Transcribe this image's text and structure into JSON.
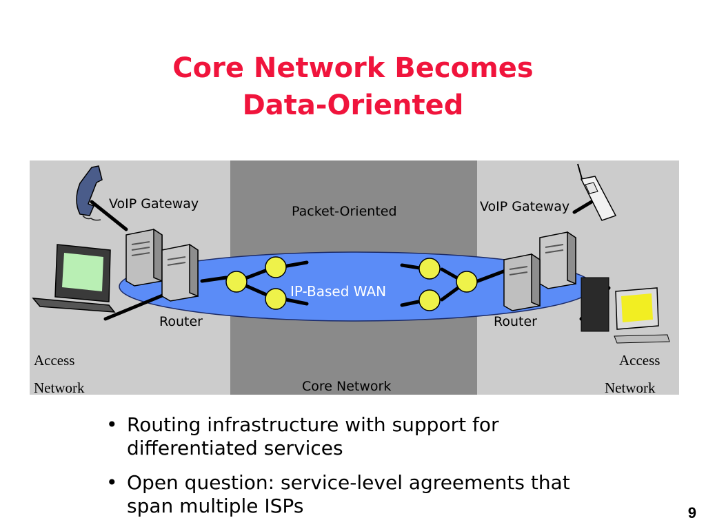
{
  "title": {
    "line1": "Core Network Becomes",
    "line2": "Data-Oriented"
  },
  "diagram": {
    "left_gateway_label": "VoIP Gateway",
    "right_gateway_label": "VoIP Gateway",
    "packet_oriented_label": "Packet-Oriented",
    "wan_label": "IP-Based WAN",
    "left_router_label": "Router",
    "right_router_label": "Router",
    "left_access_line1": "Access",
    "left_access_line2": "Network",
    "right_access_line1": "Access",
    "right_access_line2": "Network",
    "core_label": "Core Network",
    "colors": {
      "access_bg": "#cccccc",
      "core_bg": "#8a8a8a",
      "wan_fill": "#5b8cf7",
      "node_fill": "#eef24a"
    },
    "icons": [
      "telephone-icon",
      "cellphone-icon",
      "laptop-icon",
      "desktop-computer-icon",
      "server-tower-icon"
    ]
  },
  "bullets": [
    {
      "marker": "•",
      "text_line1": "Routing infrastructure with support for",
      "text_line2": "differentiated services"
    },
    {
      "marker": "•",
      "text_line1": "Open question: service-level agreements that",
      "text_line2": "span multiple ISPs"
    }
  ],
  "page_number": "9",
  "title_color": "#f0143c"
}
